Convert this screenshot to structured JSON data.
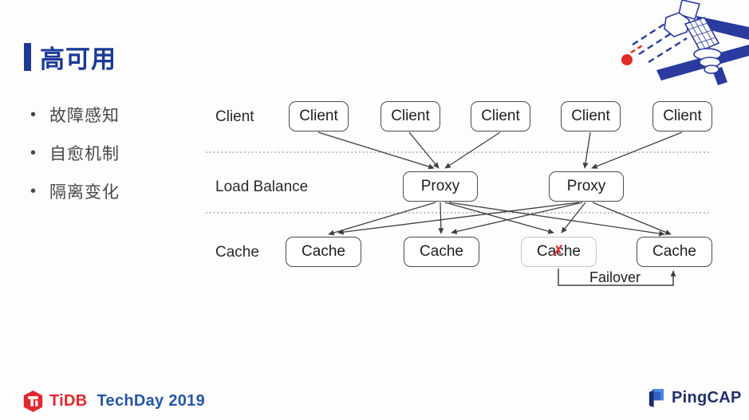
{
  "slide": {
    "title": "高可用",
    "bullet_marker": "•",
    "bullets": [
      "故障感知",
      "自愈机制",
      "隔离变化"
    ]
  },
  "diagram": {
    "row_labels": {
      "clients": "Client",
      "load_balance": "Load Balance",
      "cache": "Cache"
    },
    "client_boxes": [
      "Client",
      "Client",
      "Client",
      "Client",
      "Client"
    ],
    "proxy_boxes": [
      "Proxy",
      "Proxy"
    ],
    "cache_boxes": [
      "Cache",
      "Cache",
      "Cache",
      "Cache"
    ],
    "failed_cache": {
      "index": 2,
      "mark": "✗"
    },
    "failover_label": "Failover"
  },
  "footer": {
    "tidb_brand": "TiDB",
    "tidb_event": "TechDay 2019",
    "pingcap_brand": "PingCAP"
  },
  "colors": {
    "title_blue": "#1c3996",
    "body_text": "#474747",
    "diagram_stroke": "#3f3f3f",
    "separator_gray": "#a3a3a3",
    "failed_red": "#e03131",
    "tidb_red": "#e0282e",
    "techday_blue": "#2456a8",
    "pingcap_navy": "#222f6b",
    "illustration_blue": "#2a3a9e"
  }
}
